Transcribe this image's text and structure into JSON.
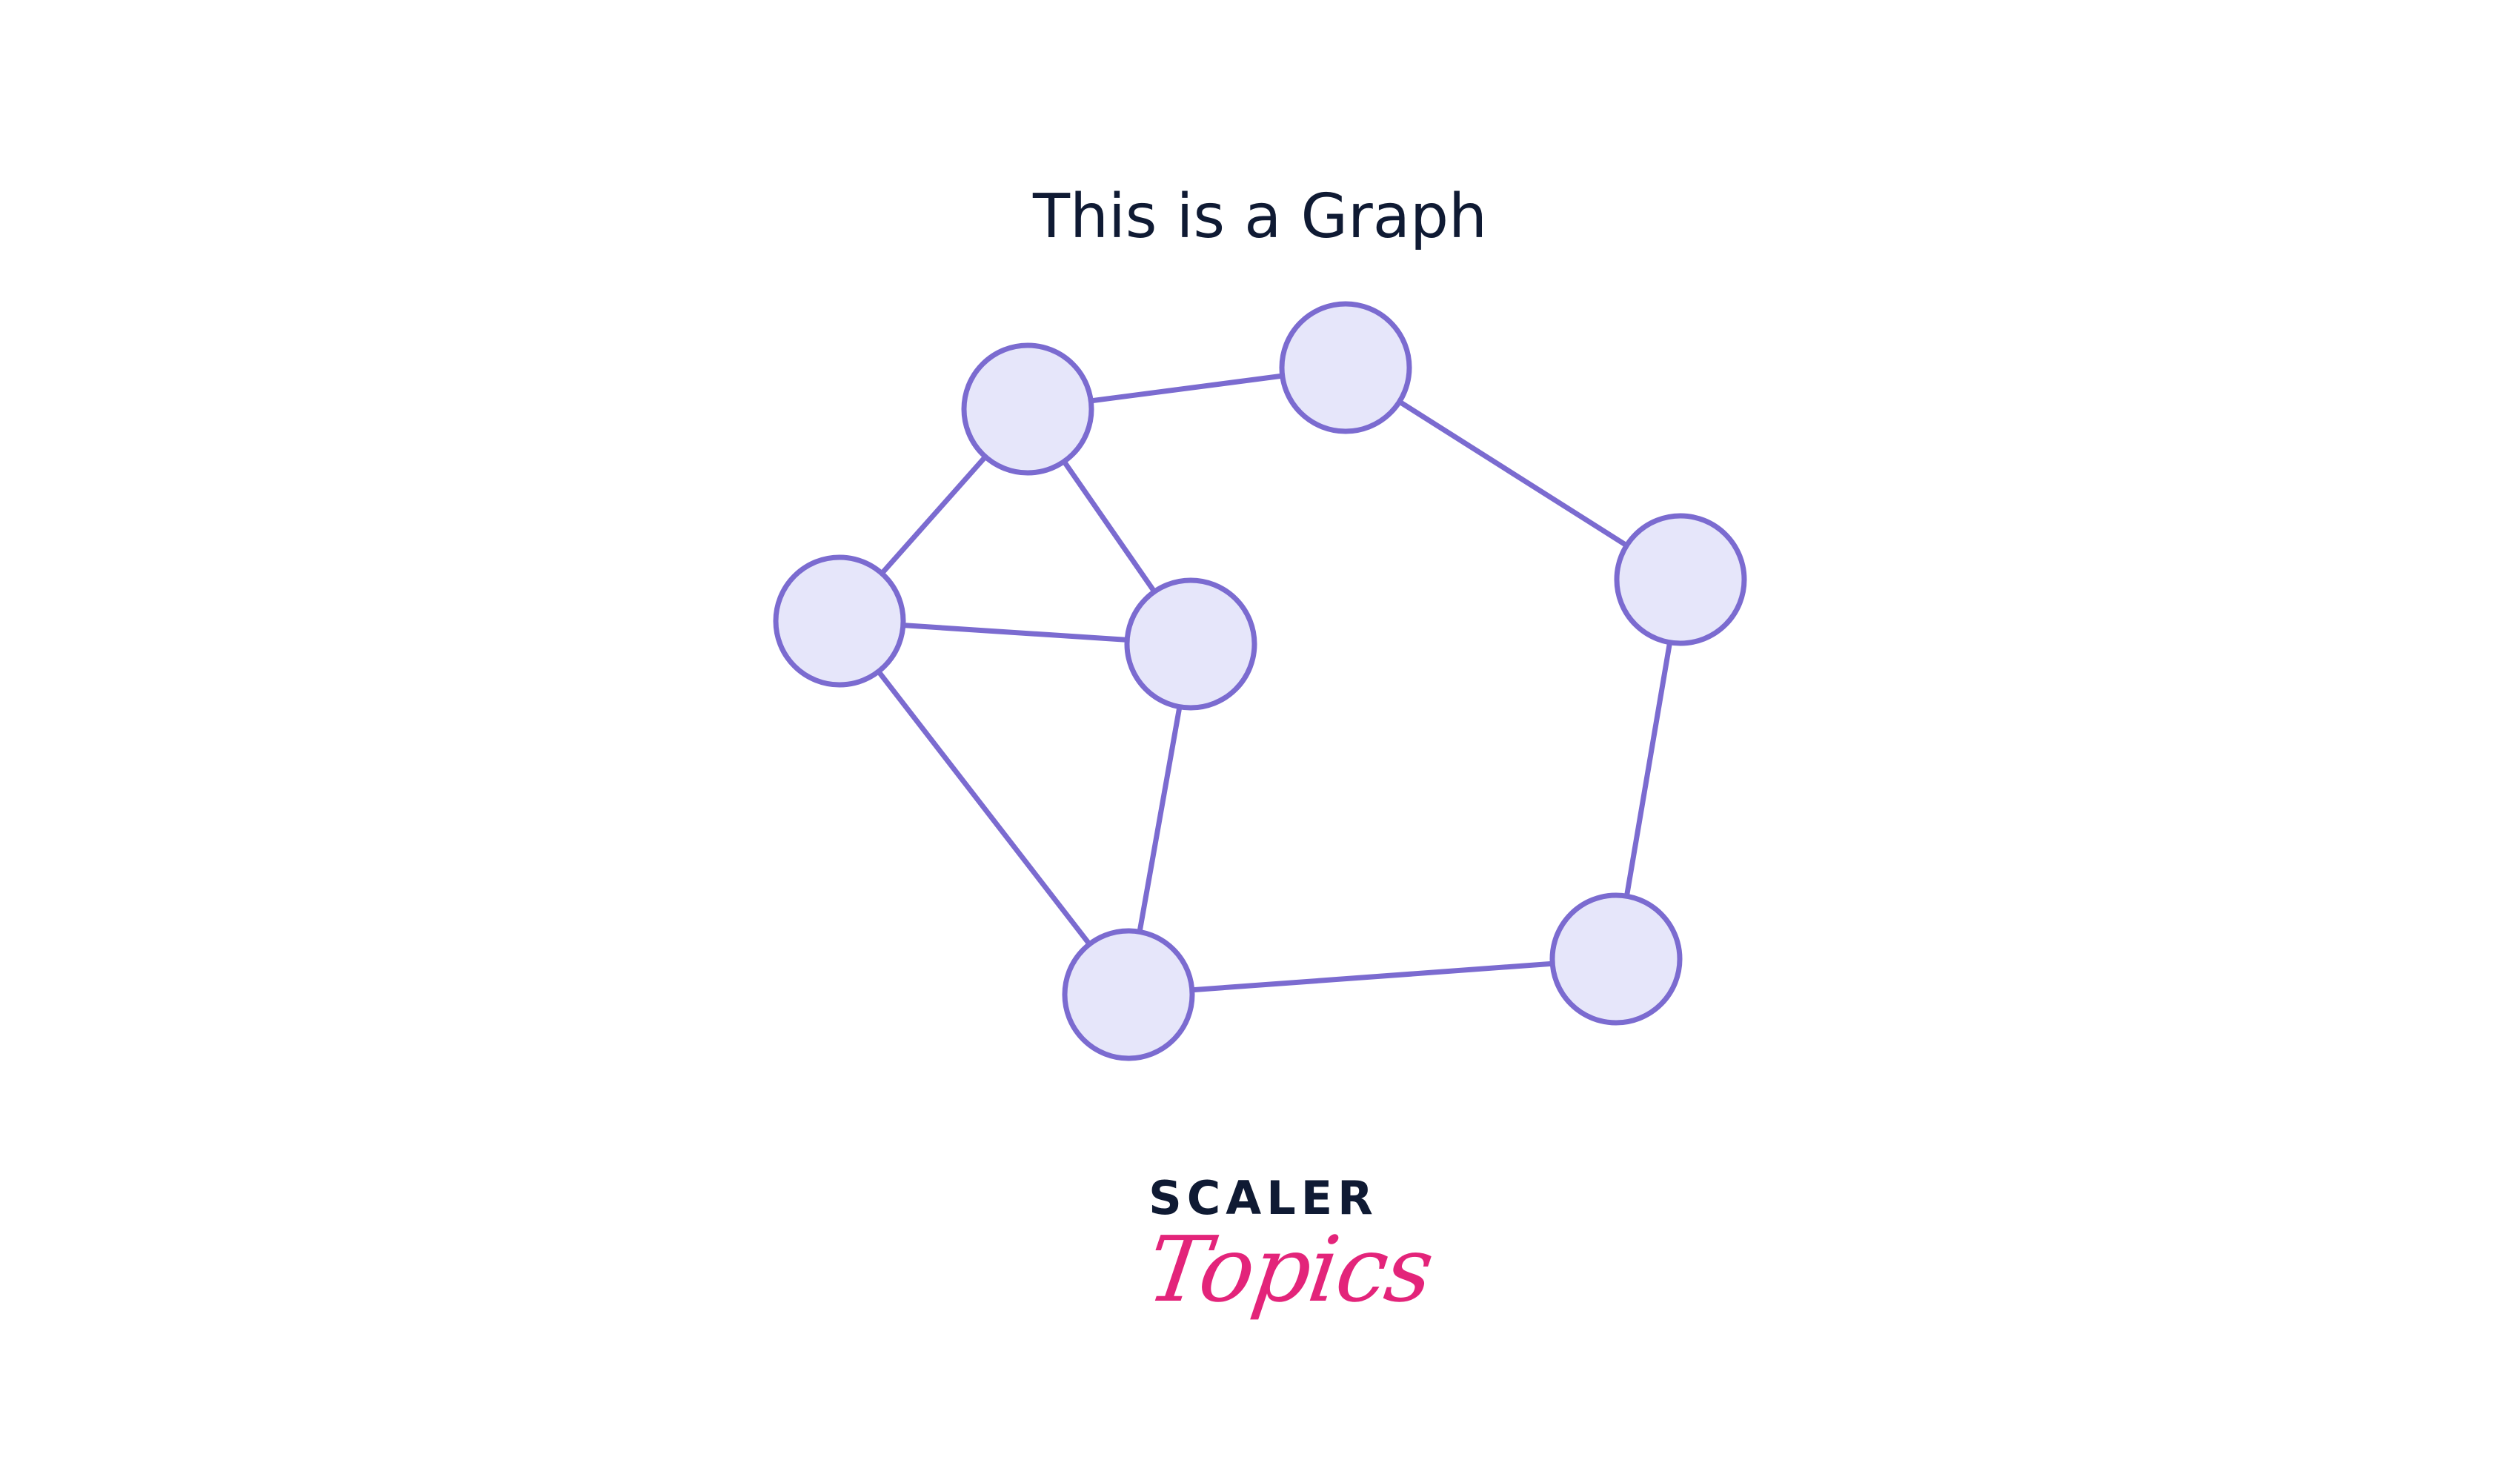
{
  "title": "This is a Graph",
  "logo": {
    "line1": "SCALER",
    "line2": "Topics"
  },
  "colors": {
    "node_fill": "#e6e6fa",
    "stroke": "#7b6bd0",
    "title_text": "#0f1a33",
    "logo_dark": "#0f1a33",
    "logo_accent": "#e3247a"
  },
  "graph": {
    "nodes": [
      "n1",
      "n2",
      "n3",
      "n4",
      "n5",
      "n6",
      "n7"
    ],
    "edges": [
      [
        "n1",
        "n2"
      ],
      [
        "n1",
        "n3"
      ],
      [
        "n1",
        "n4"
      ],
      [
        "n3",
        "n4"
      ],
      [
        "n3",
        "n5"
      ],
      [
        "n4",
        "n5"
      ],
      [
        "n2",
        "n6"
      ],
      [
        "n6",
        "n7"
      ],
      [
        "n5",
        "n7"
      ]
    ]
  }
}
